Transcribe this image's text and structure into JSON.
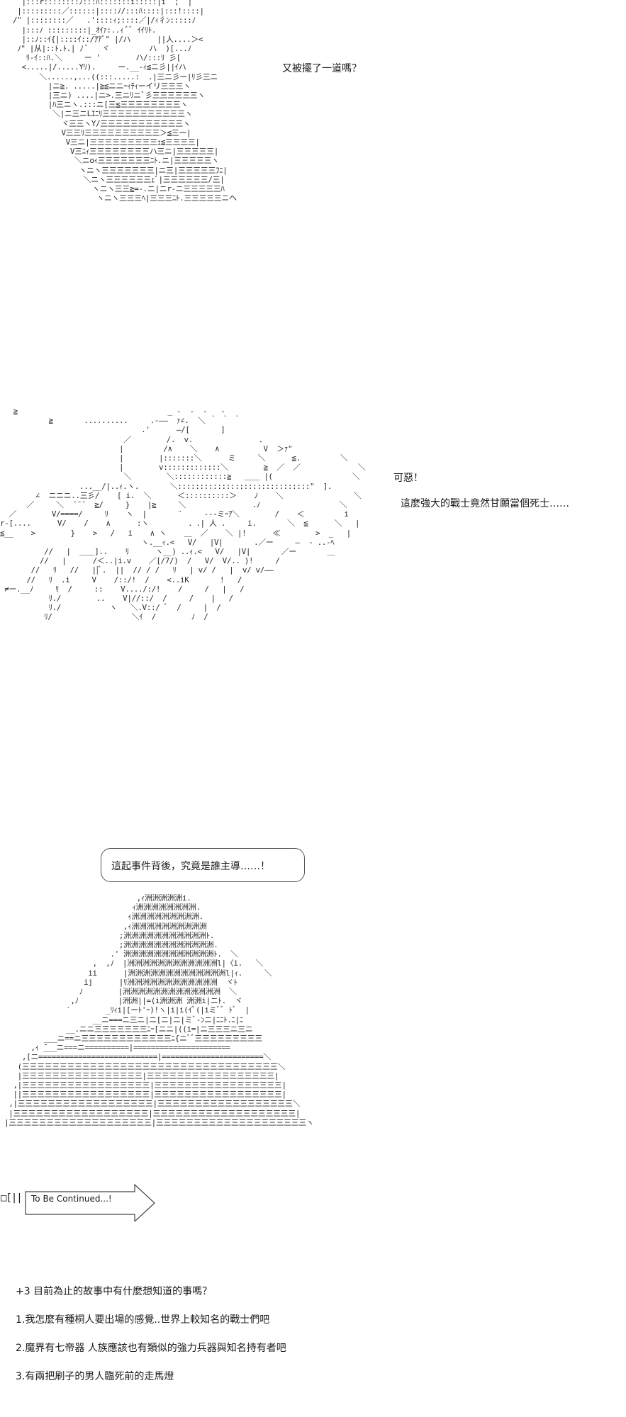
{
  "panel1": {
    "speech": "又被擺了一道嗎？",
    "art": "  |:::r::::::::ﾉ:::ﾊ:::::::i:::::|i  ;  |\n |:::::::::／::::::|::::ﾉ/:::ﾊ::::|:::!::::|\n/\" |::::::::／   .'::::ｨ;::::／|/ｨ彳ﾝ:::::ﾉ\n  |:::ﾉ :::::::::|_ｵｲｧ:..ｨ ﾞﾞ ｲｲﾘﾄ.\n  |::ﾉ::ｲ{|::::ｲ::/ｱｱﾞ\" |/ハ      ||人....＞<\n ﾉ\" |从|::ﾄ.ﾄ.| ﾉ ﾞ   ヾ         ハ  )[...ﾉ\n   ﾘ-ｲ::ﾊ.＼     ー '        ハ/:::ﾘ 彡[\n  <.....|/.....Yﾘ).     ー.__-ｨ≦ニ彡||ｲハ\n      ＼......,...((:::.....:  .|三ニ彡ー|ﾘ彡三ニ\n        |ニ≧. .....|≧≦ニニｰｨﾁｨーイリ三三三ヽ\n        |三ニ) ....|ニ>.三ニﾘニﾞ彡三三三三三三ヽ\n        |ﾊ三ニヽ.:::ニ[三≦三三三三三三三三ヽ\n         ＼|ニ三ニLｴﾆﾘ三三三三三三三三三三三ヽ\n           ヾ三三ヽY/三三三三三三三三三三三ヽ\n           V三三ﾘ三三三三三三三三三三＞≦三ー|\n            V三ニ|三三三三三三三三三ｪ≦三三三三|\n             V三ﾆｨ三三三三三三三三ハ三ニ|三三三三三|\n              ＼ニoｨ三三三三三三三ﾆﾄ.ニ|三三三三三ヽ\n               ヽニヽ三三三三三三三|ニ三|三三三三三ﾌﾆ|\n                ＼ニヽ三三三三三三ｪﾞ|三三三三三三/三|\n                  ヽニヽ三三≧=-.ニ|ニr-ニ三三三三三ﾊ\n                   ヽニヽ三三三ﾍ|三三三ﾆﾄ.三三三三三ニヘ"
  },
  "panel2": {
    "speech_line1": "可惡！",
    "speech_line2": "這麼強大的戰士竟然甘願當個死士……",
    "art": "   ≧                                  _ -  -  -   -\n           ≧       ..........     .-――  ｧ∠.  ＼ ｀ ｀ ｀\n                                .'      ―/[       ]\n                            ／        /.  v.               ．\n                           |         /∧    ＼    ∧          V  ＞ｧ\"\n                           |        |:::::::＼      ミ     ＼      ≦.         ＼\n                           |        v:::::::::::::＼        ≧  ／  ／             ＼\n                            ＼        ＼::::::::::::≧   ＿＿ |(                  ＼\n                  ...__/|..ｨ.ヽ.       ＼::::::::::::::::::::::::::::::\"  ].\n        ∠  ニニニ..三彡/    [ i.  ＼      ＜::::::::::＞    ﾉ    ＼                ＼\n      ／     ＼  ̄ ̄ ̄   ≧/     }    |≧     ＼               .ﾉ                  ＼\n  ／        V/====/     ﾘ    ヽ  |       ¨     ---ミｰｱ＼        /    ＜         i\nr-[....      V/    /    ∧      :ヽ         ．.| 人 .     i.       ＼  ≦      ＼   |\n≦__    >        }    >   /   i    ∧ ヽ    ＿  ／    ＼ |!      ≪        >  _   |\n                                ヽ.__ｨ.<   V/   |V|       .／ー     ―  - ..-ﾍ\n          //   |  ＿＿]..    ﾘ      ヽ__) ..ｨ.<   V/   |V|       ／ー       ＿\n         //   |      /＜..|i.v    ／[/7/)  /   V/  V/.. )!     /\n       //   ﾘ   //   ||ﾞ.  ||  // / /   ﾘ   | v/ /   |  v/ v/――\n      //   ﾘ  .i     V    /::/!  /    <..iK       !   /\n ≠ー.__ﾉ     ﾘ  /     ::    V..../:/!    /     /   |   /\n           ﾘ./        ..    V|//::/  /     /    |   /\n           ﾘ./           ヽ   ＼.V::/ ﾞ  /     |  /\n          ﾘ/                  ＼ｲ  /        ﾉ  /"
  },
  "panel3": {
    "bubble_text": "這起事件背後，究竟是誰主導……！",
    "art": "                              ,ｨ洲洲洲洲洲i.\n                             ｨ洲洲洲洲洲洲洲洲.\n                            ｨ洲洲洲洲洲洲洲洲洲.\n                           ,ｨ洲洲洲洲洲洲洲洲洲洲\n                          ;洲洲洲洲洲洲洲洲洲洲洲ﾄ.\n                          ;洲洲洲洲洲洲洲洲洲洲洲洲.\n                        .' 洲洲洲洲洲洲洲洲洲洲洲洲ﾄ.  ＼\n                    ,  ,ﾉ  |洲洲洲洲洲洲洲洲洲洲洲洲l|〈i.   ＼\n                   ii      |洲洲洲洲洲洲洲洲洲洲洲洲洲l|ｨ.     ＼\n                  ij      |ﾘ洲洲洲洲洲洲洲洲洲洲洲洲  ヾﾄ\n                 ﾉ        |洲洲洲洲洲洲洲洲洲洲洲洲洲  ＼\n               ,ﾉ         |洲洲||=(i洲洲洲 洲洲i|ニﾄ.  ヾ\n              ′        _ﾘｨi|[ーﾄ'ｰ)!ヽ|i|i(ｲﾞ(|iミﾞﾞ ﾄﾞ  |\n                    __ニ===ニ三ニ|ニ[ニ|ニ|ミﾞ-ﾝニ|ﾆﾆﾄ.ﾆ|ﾆ\n              __.ニニ三三三三三三三ﾆｰ[ニニ|((i=|ニ三三三ニ三ニ\n         ___ニ==ニ三三三三三三三三三三三三ﾆ{ニﾞﾞ三三三三三三三三三\n      ,ｨ ̄___ニ===ニ==========|======================\n    ,[ニ===========================|=======================＼\n   (三三三三三三三三三三三三三三三三三三三三三三三三三三三三三三三三三三＼\n   |三三三三三三三三三三三三三三三三|三三三三三三三三三三三三三三三三三|\n  ,|三三三三三三三三三三三三三三三三三|三三三三三三三三三三三三三三三三三|\n  ||三三三三三三三三三三三三三三三三三|三三三三三三三三三三三三三三三三三|\n ,|三三三三三三三三三三三三三三三三三三|三三三三三三三三三三三三三三三三三三＼\n |三三三三三三三三三三三三三三三三三三|三三三三三三三三三三三三三三三三三三三|\n|三三三三三三三三三三三三三三三三三三三|三三三三三三三三三三三三三三三三三三三三ヽ"
  },
  "to_be_continued": {
    "marks": "□[||",
    "label": "To Be Continued...!"
  },
  "notes": {
    "heading": "+3 目前為止的故事中有什麼想知道的事嗎？",
    "items": [
      "1.我怎麼有種桐人要出場的感覺..世界上較知名的戰士們吧",
      "2.魔界有七帝器 人族應該也有類似的強力兵器與知名持有者吧",
      "3.有兩把刷子的男人臨死前的走馬燈"
    ]
  }
}
